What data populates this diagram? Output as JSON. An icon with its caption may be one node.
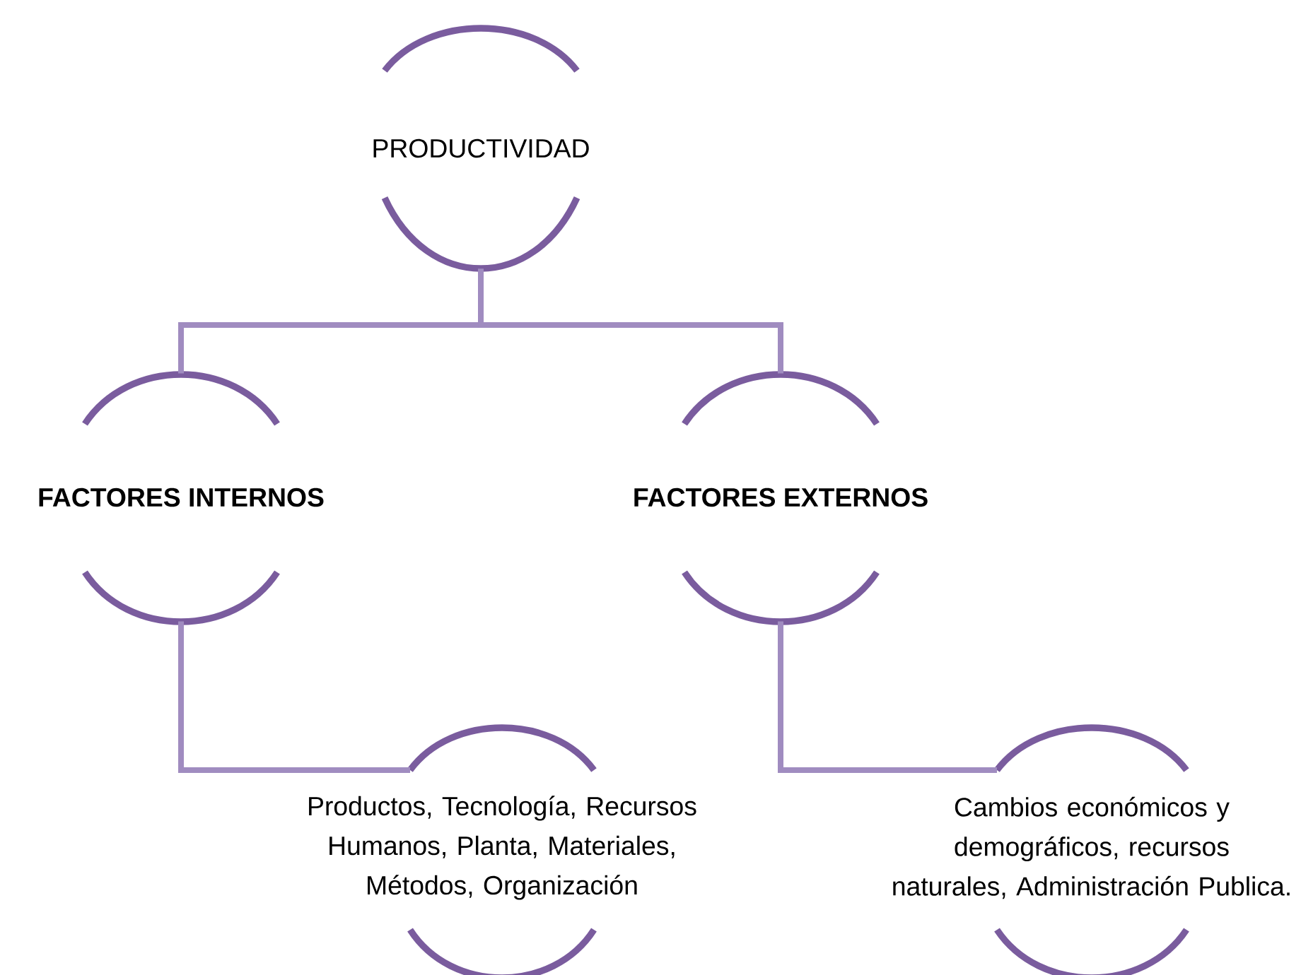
{
  "diagram": {
    "nodes": [
      {
        "text": [
          "PRODUCTIVIDAD"
        ]
      },
      {
        "text": [
          "**FACTORES INTERNOS**"
        ]
      },
      {
        "text": [
          "**FACTORES EXTERNOS**"
        ]
      },
      {
        "text": [
          "Productos, Tecnología, Recursos Humanos, Planta, Materiales, Métodos, Organización"
        ]
      },
      {
        "text": [
          "Cambios económicos y demográficos, recursos naturales, Administración Publica."
        ]
      }
    ],
    "edges": [
      {
        "from": 0,
        "to": 1,
        "arrow": "none"
      },
      {
        "from": 0,
        "to": 2,
        "arrow": "none"
      },
      {
        "from": 1,
        "to": 3,
        "arrow": "none"
      },
      {
        "from": 2,
        "to": 4,
        "arrow": "none"
      }
    ]
  }
}
